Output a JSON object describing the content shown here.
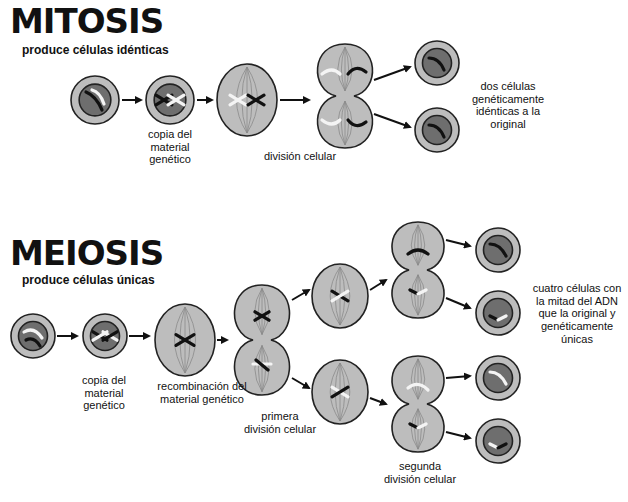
{
  "diagram": {
    "labels": [
      "MITOSIS",
      "produce células idénticas",
      "copia del material genético",
      "división celular",
      "dos células genéticamente idénticas a la original",
      "MEIOSIS",
      "produce células únicas",
      "copia del material genético",
      "recombinación del material genético",
      "primera división celular",
      "segunda división celular",
      "cuatro células con la mitad del ADN que la original y genéticamente únicas"
    ]
  }
}
